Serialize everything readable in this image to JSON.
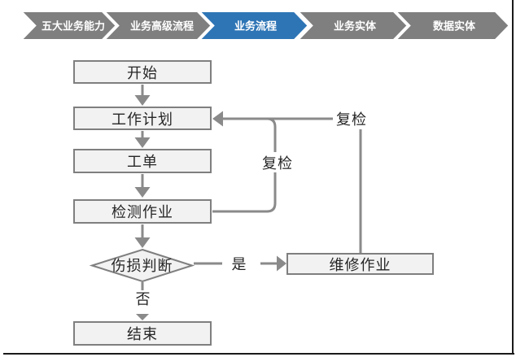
{
  "nav": {
    "tabs": [
      {
        "label": "五大业务能力",
        "state": "inactive"
      },
      {
        "label": "业务高级流程",
        "state": "inactive"
      },
      {
        "label": "业务流程",
        "state": "active"
      },
      {
        "label": "业务实体",
        "state": "inactive"
      },
      {
        "label": "数据实体",
        "state": "inactive"
      }
    ]
  },
  "flowchart": {
    "nodes": {
      "start": "开始",
      "work_plan": "工作计划",
      "work_order": "工单",
      "inspection": "检测作业",
      "decision": "伤损判断",
      "repair": "维修作业",
      "end": "结束"
    },
    "edge_labels": {
      "yes": "是",
      "no": "否",
      "recheck_inner": "复检",
      "recheck_outer": "复检"
    }
  },
  "colors": {
    "active_tab_blue": "#2E75B6",
    "inactive_tab_gray": "#7F7F7F",
    "node_fill": "#F2F2F2",
    "node_border": "#7F7F7F",
    "connector_gray": "#8A8A8A",
    "page_border_black": "#1A1A1A",
    "tab_text_white": "#FFFFFF"
  }
}
